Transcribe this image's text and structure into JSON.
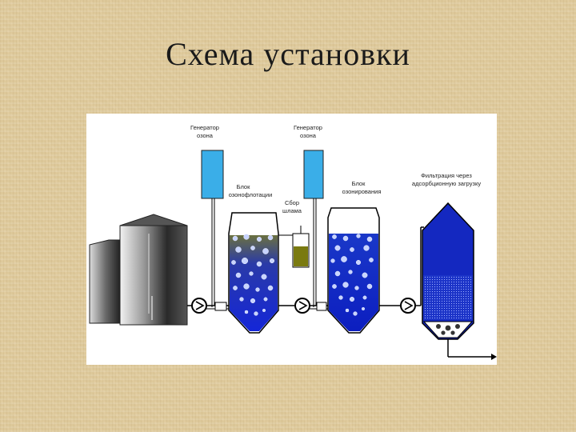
{
  "slide": {
    "title": "Схема установки"
  },
  "diagram": {
    "labels": {
      "ozone_gen_1_a": "Генератор",
      "ozone_gen_1_b": "озона",
      "ozone_gen_2_a": "Генератор",
      "ozone_gen_2_b": "озона",
      "flotation_a": "Блок",
      "flotation_b": "озонофлотации",
      "sludge_a": "Сбор",
      "sludge_b": "шлама",
      "ozonation_a": "Блок",
      "ozonation_b": "озонирования",
      "filter_a": "Фильтрация через",
      "filter_b": "адсорбционную загрузку"
    },
    "colors": {
      "ozone_generator": "#3aaee8",
      "water": "#1a2ecc",
      "filter_body": "#1428c0",
      "sludge": "#7a7a10"
    }
  }
}
